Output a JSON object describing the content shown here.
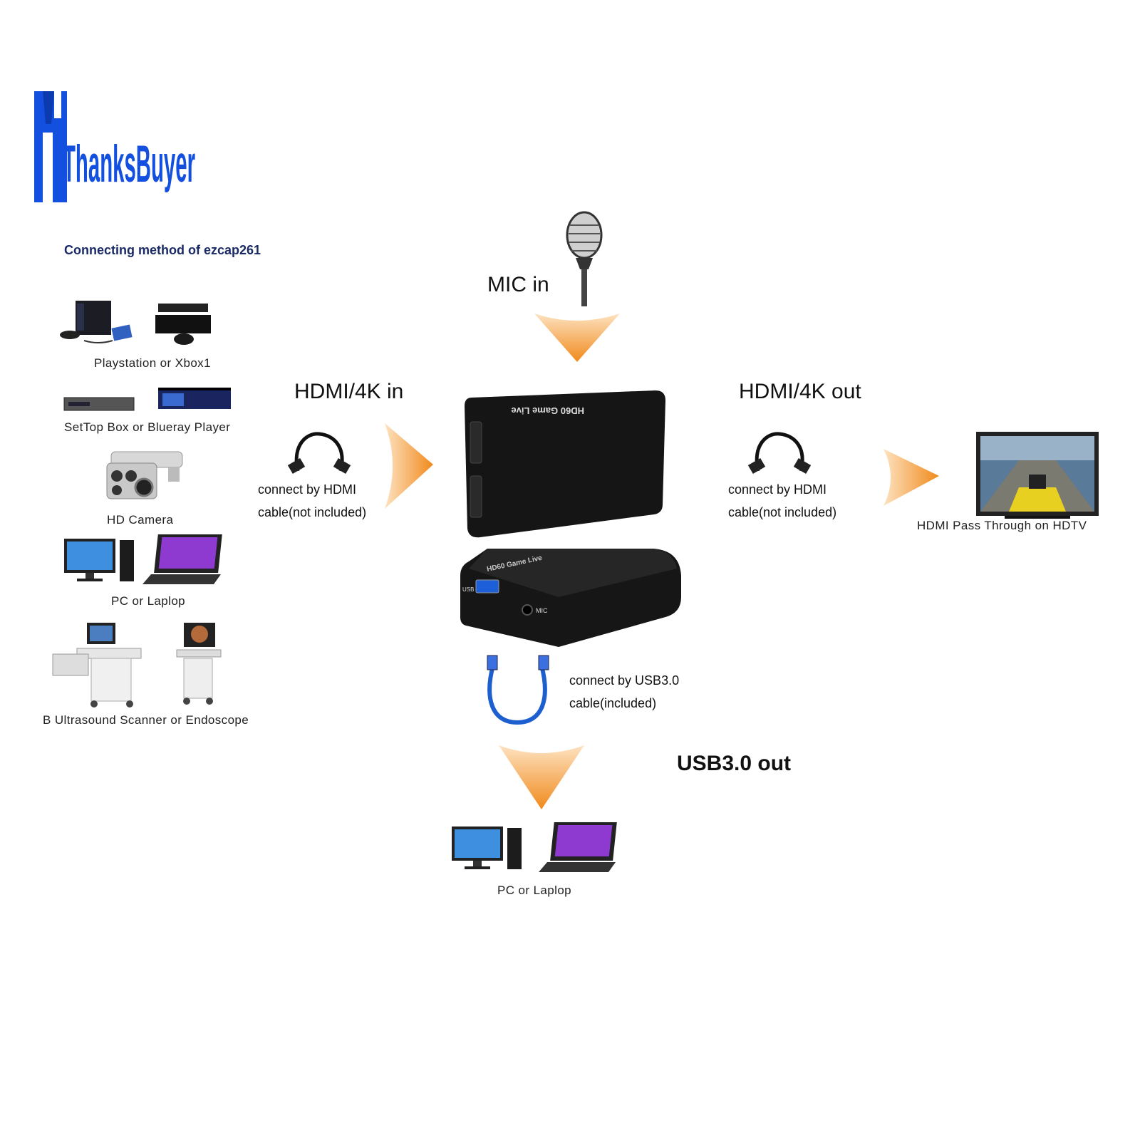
{
  "logo": {
    "text": "ThanksBuyer",
    "mark": "TB"
  },
  "subtitle": "Connecting method of ezcap261",
  "sources": [
    {
      "label": "Playstation or Xbox1",
      "icon": "game-console-icon"
    },
    {
      "label": "SetTop Box or Blueray Player",
      "icon": "settop-box-icon"
    },
    {
      "label": "HD Camera",
      "icon": "security-camera-icon"
    },
    {
      "label": "PC or Laplop",
      "icon": "desktop-laptop-icon"
    },
    {
      "label": "B Ultrasound Scanner or Endoscope",
      "icon": "medical-cart-icon"
    }
  ],
  "mic": {
    "label": "MIC in",
    "icon": "microphone-icon"
  },
  "hdmi_in": {
    "label": "HDMI/4K in",
    "note_line1": "connect by HDMI",
    "note_line2": "cable(not included)"
  },
  "hdmi_out": {
    "label": "HDMI/4K out",
    "note_line1": "connect by HDMI",
    "note_line2": "cable(not included)"
  },
  "device": {
    "top_text": "HD60 Game Live",
    "side_text": "HD60 Game Live",
    "usb_port": "USB",
    "mic_port": "MIC"
  },
  "tv": {
    "label": "HDMI Pass Through on HDTV"
  },
  "usb": {
    "note_line1": "connect by USB3.0",
    "note_line2": "cable(included)",
    "out_label": "USB3.0 out"
  },
  "output_pc": {
    "label": "PC or Laplop"
  },
  "colors": {
    "arrow": "#f08a1c",
    "logo_blue": "#1450e0",
    "cable_blue": "#1e5fd0",
    "device_black": "#151515"
  }
}
